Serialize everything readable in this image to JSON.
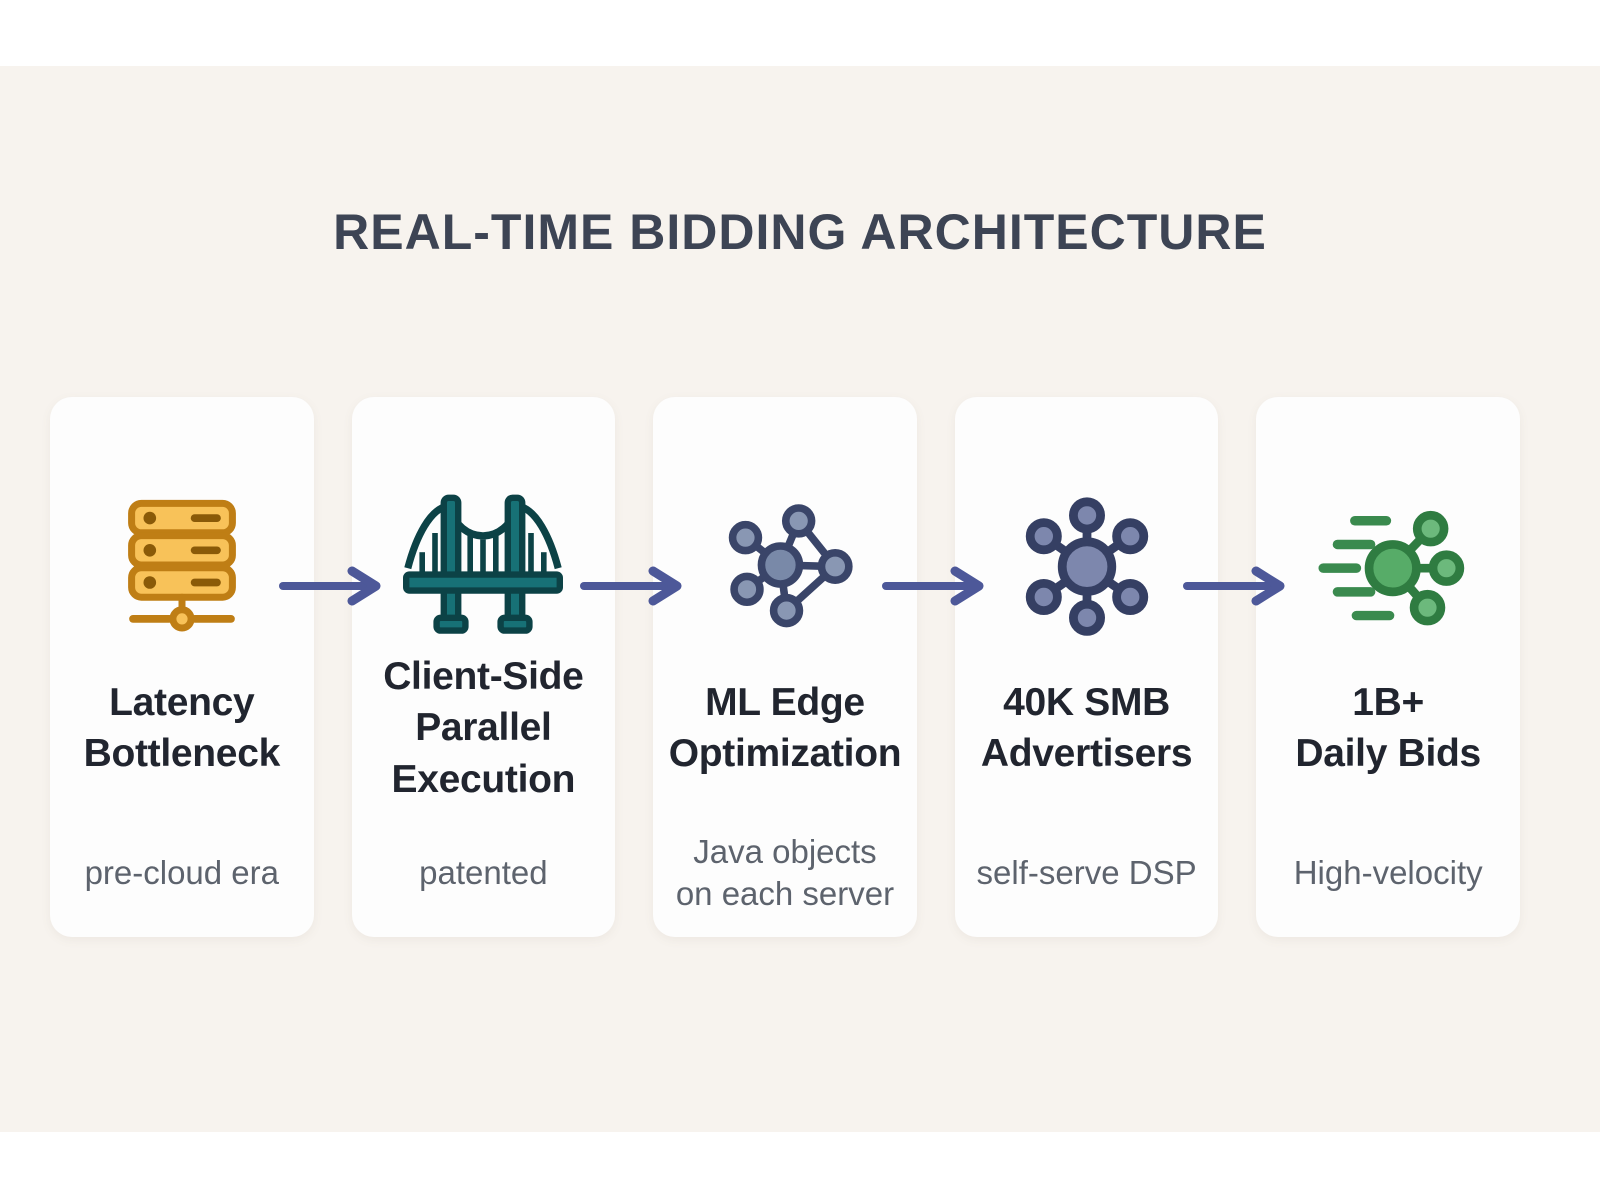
{
  "page": {
    "title": "REAL-TIME BIDDING ARCHITECTURE"
  },
  "colors": {
    "page_background": "#ffffff",
    "panel_background": "#f7f3ee",
    "card_background": "#fdfdfd",
    "title_text": "#3d4454",
    "card_title_text": "#21252f",
    "card_subtitle_text": "#5d636d",
    "arrow": "#4d5899",
    "server_icon_fill": "#f8c259",
    "server_icon_stroke": "#bf7e15",
    "bridge_icon_fill": "#177176",
    "bridge_icon_stroke": "#0c4246",
    "network_icon_fill": "#8997b3",
    "network_icon_stroke": "#3a4569",
    "hub_icon_fill": "#7d87ad",
    "hub_icon_stroke": "#353f63",
    "speed_icon_fill": "#57ac68",
    "speed_icon_stroke": "#2f7c41"
  },
  "cards": [
    {
      "icon": "server-icon",
      "title": "Latency\nBottleneck",
      "subtitle": "pre-cloud era"
    },
    {
      "icon": "bridge-icon",
      "title": "Client-Side\nParallel\nExecution",
      "subtitle": "patented"
    },
    {
      "icon": "network-graph-icon",
      "title": "ML Edge\nOptimization",
      "subtitle": "Java objects\non each server"
    },
    {
      "icon": "hub-spoke-icon",
      "title": "40K SMB\nAdvertisers",
      "subtitle": "self-serve DSP"
    },
    {
      "icon": "speed-network-icon",
      "title": "1B+\nDaily Bids",
      "subtitle": "High-velocity"
    }
  ]
}
